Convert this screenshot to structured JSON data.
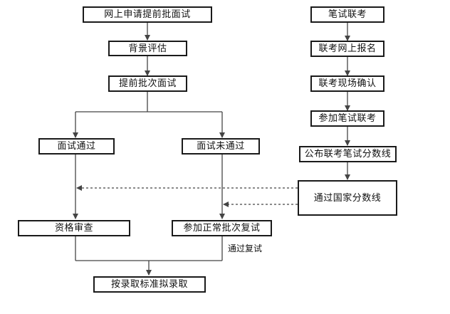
{
  "left_flow": {
    "online_application": "网上申请提前批面试",
    "background_assessment": "背景评估",
    "early_batch_interview": "提前批次面试",
    "interview_passed": "面试通过",
    "interview_not_passed": "面试未通过",
    "qualification_review": "资格审查",
    "regular_batch_retest": "参加正常批次复试",
    "retest_passed_label": "通过复试",
    "final_admission": "按录取标准拟录取"
  },
  "right_flow": {
    "written_exam": "笔试联考",
    "online_registration": "联考网上报名",
    "onsite_confirmation": "联考现场确认",
    "take_written_exam": "参加笔试联考",
    "publish_cutoff": "公布联考笔试分数线",
    "pass_national_cutoff": "通过国家分数线"
  },
  "colors": {
    "line": "#444444",
    "border": "#1a1a1a",
    "text": "#111111"
  }
}
